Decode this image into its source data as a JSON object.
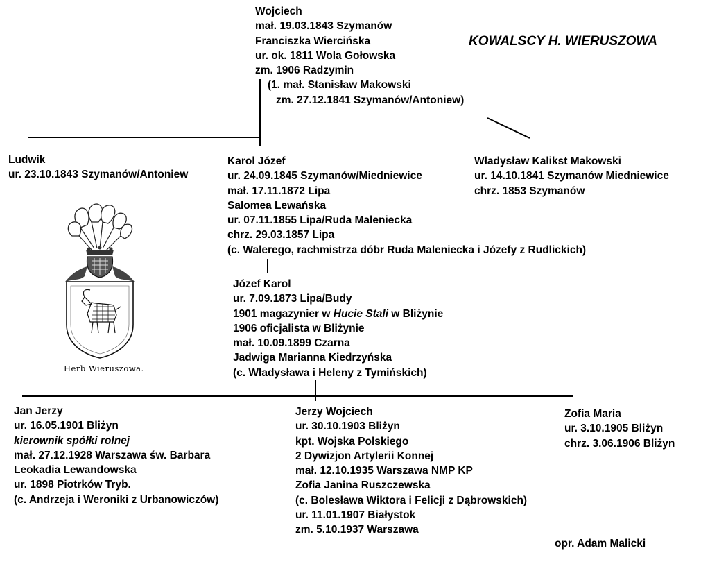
{
  "title": "KOWALSCY H. WIERUSZOWA",
  "author": "opr. Adam Malicki",
  "crest_caption": "Herb Wieruszowa.",
  "persons": {
    "wojciech": [
      "Wojciech",
      "mał. 19.03.1843 Szymanów",
      "Franciszka Wiercińska",
      "ur. ok. 1811 Wola Gołowska",
      "zm. 1906 Radzymin",
      "(1. mał. Stanisław Makowski",
      "zm. 27.12.1841 Szymanów/Antoniew)"
    ],
    "ludwik": [
      "Ludwik",
      "ur. 23.10.1843 Szymanów/Antoniew"
    ],
    "karol_jozef": [
      "Karol Józef",
      "ur. 24.09.1845 Szymanów/Miedniewice",
      "mał. 17.11.1872 Lipa",
      "Salomea Lewańska",
      "ur. 07.11.1855 Lipa/Ruda Maleniecka",
      "chrz. 29.03.1857 Lipa",
      "(c. Walerego, rachmistrza dóbr Ruda Maleniecka i Józefy z Rudlickich)"
    ],
    "wladyslaw": [
      "Władysław Kalikst Makowski",
      "ur. 14.10.1841 Szymanów Miedniewice",
      "chrz. 1853 Szymanów"
    ],
    "jozef_karol": {
      "line1": "Józef Karol",
      "line2": "ur. 7.09.1873 Lipa/Budy",
      "line3_pre": "1901 magazynier w ",
      "line3_em": "Hucie Stali",
      "line3_post": " w Bliżynie",
      "line4": "1906 oficjalista w Bliżynie",
      "line5": "mał. 10.09.1899 Czarna",
      "line6": "Jadwiga Marianna Kiedrzyńska",
      "line7": "(c. Władysława i Heleny z Tymińskich)"
    },
    "jan_jerzy": {
      "line1": "Jan Jerzy",
      "line2": "ur. 16.05.1901 Bliżyn",
      "line3_em": "kierownik spółki rolnej",
      "line4": "mał. 27.12.1928 Warszawa św. Barbara",
      "line5": "Leokadia  Lewandowska",
      "line6": "ur. 1898 Piotrków Tryb.",
      "line7": "(c. Andrzeja i Weroniki z Urbanowiczów)"
    },
    "jerzy_wojciech": [
      "Jerzy Wojciech",
      "ur. 30.10.1903 Bliżyn",
      "kpt. Wojska Polskiego",
      "2 Dywizjon Artylerii Konnej",
      "mał. 12.10.1935 Warszawa NMP KP",
      "Zofia Janina Ruszczewska",
      "(c. Bolesława Wiktora i Felicji z Dąbrowskich)",
      "ur. 11.01.1907 Białystok",
      "zm. 5.10.1937 Warszawa"
    ],
    "zofia_maria": [
      "Zofia Maria",
      "ur. 3.10.1905 Bliżyn",
      "chrz. 3.06.1906 Bliżyn"
    ]
  }
}
